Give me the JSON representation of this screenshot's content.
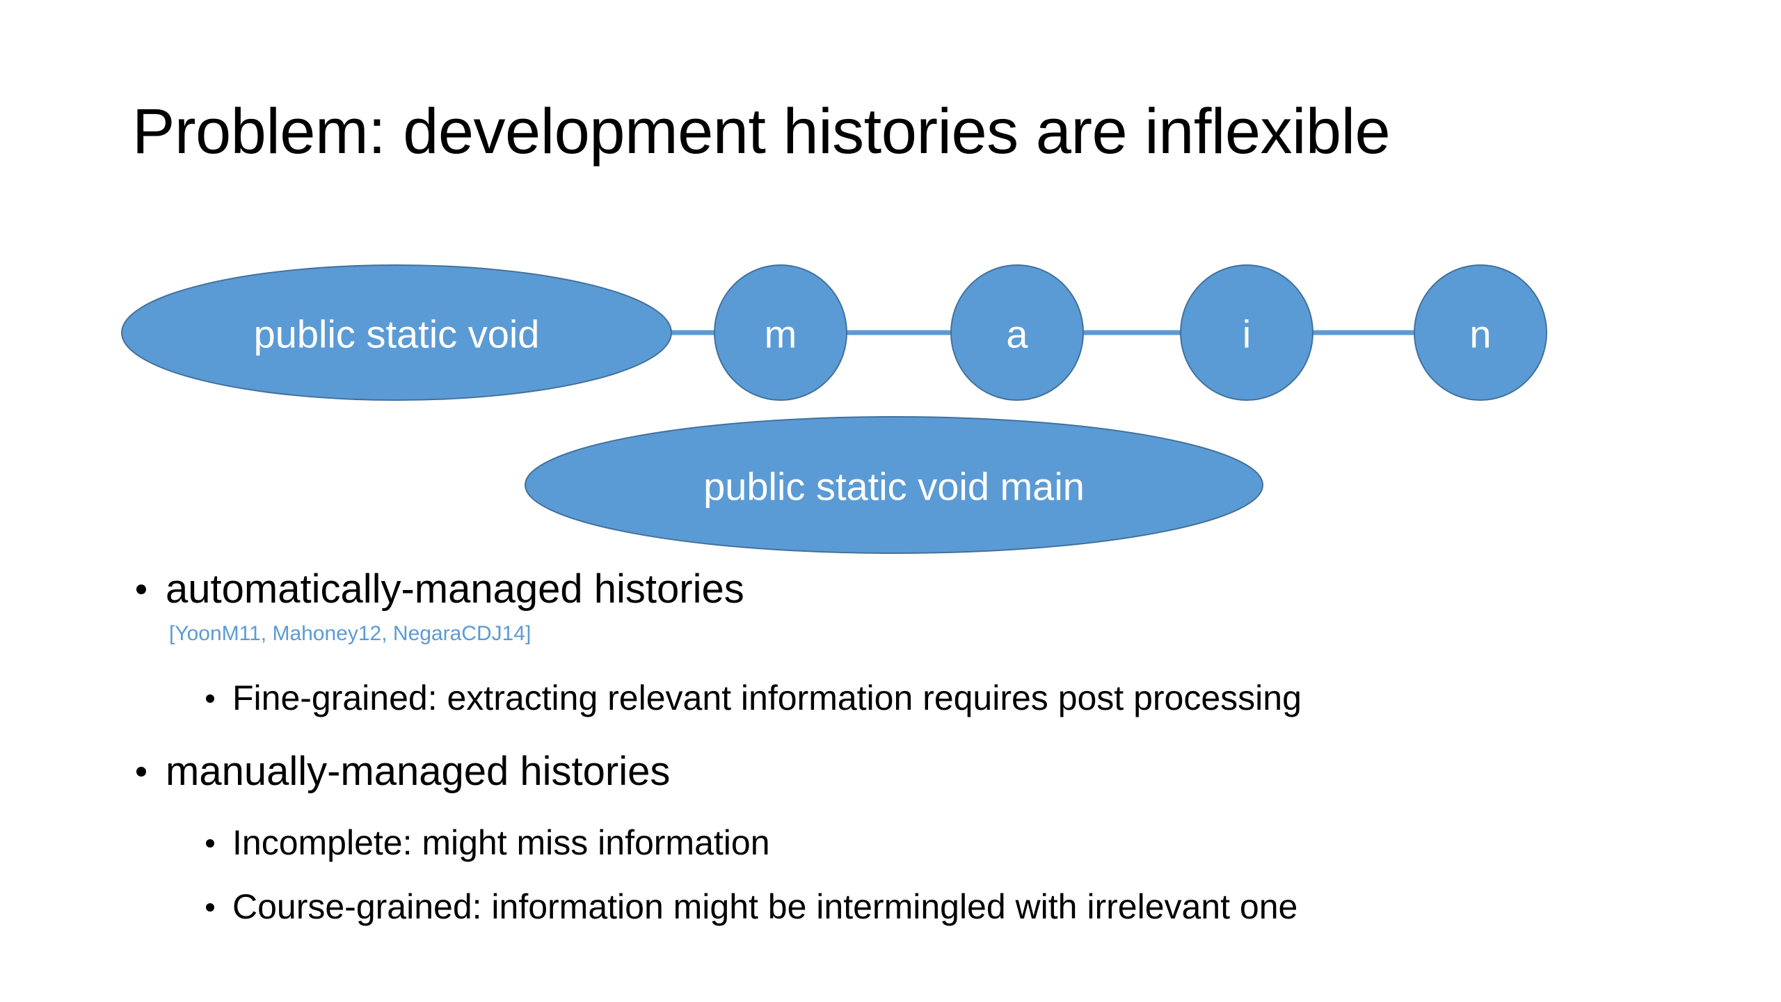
{
  "slide": {
    "title": "Problem: development histories are inflexible",
    "background_color": "#FFFFFF",
    "accent_color": "#5B9BD5",
    "shape_outline_color": "#41719C",
    "shape_text_color": "#FFFFFF",
    "body_text_color": "#000000"
  },
  "diagram": {
    "type": "node-link-chain",
    "nodes": [
      {
        "id": "node-psv",
        "label": "public static void",
        "shape": "ellipse"
      },
      {
        "id": "node-m",
        "label": "m",
        "shape": "circle"
      },
      {
        "id": "node-a",
        "label": "a",
        "shape": "circle"
      },
      {
        "id": "node-i",
        "label": "i",
        "shape": "circle"
      },
      {
        "id": "node-n",
        "label": "n",
        "shape": "circle"
      },
      {
        "id": "node-psvm",
        "label": "public static void main",
        "shape": "ellipse"
      }
    ],
    "edges": [
      {
        "from": "node-psv",
        "to": "node-m"
      },
      {
        "from": "node-m",
        "to": "node-a"
      },
      {
        "from": "node-a",
        "to": "node-i"
      },
      {
        "from": "node-i",
        "to": "node-n"
      }
    ]
  },
  "bullets": {
    "item1": {
      "text": "automatically-managed histories",
      "citation": "[YoonM11, Mahoney12, NegaraCDJ14]",
      "sub1": "Fine-grained: extracting relevant information requires post processing"
    },
    "item2": {
      "text": "manually-managed histories",
      "sub1": "Incomplete: might miss information",
      "sub2": "Course-grained: information might be intermingled with irrelevant one"
    }
  }
}
